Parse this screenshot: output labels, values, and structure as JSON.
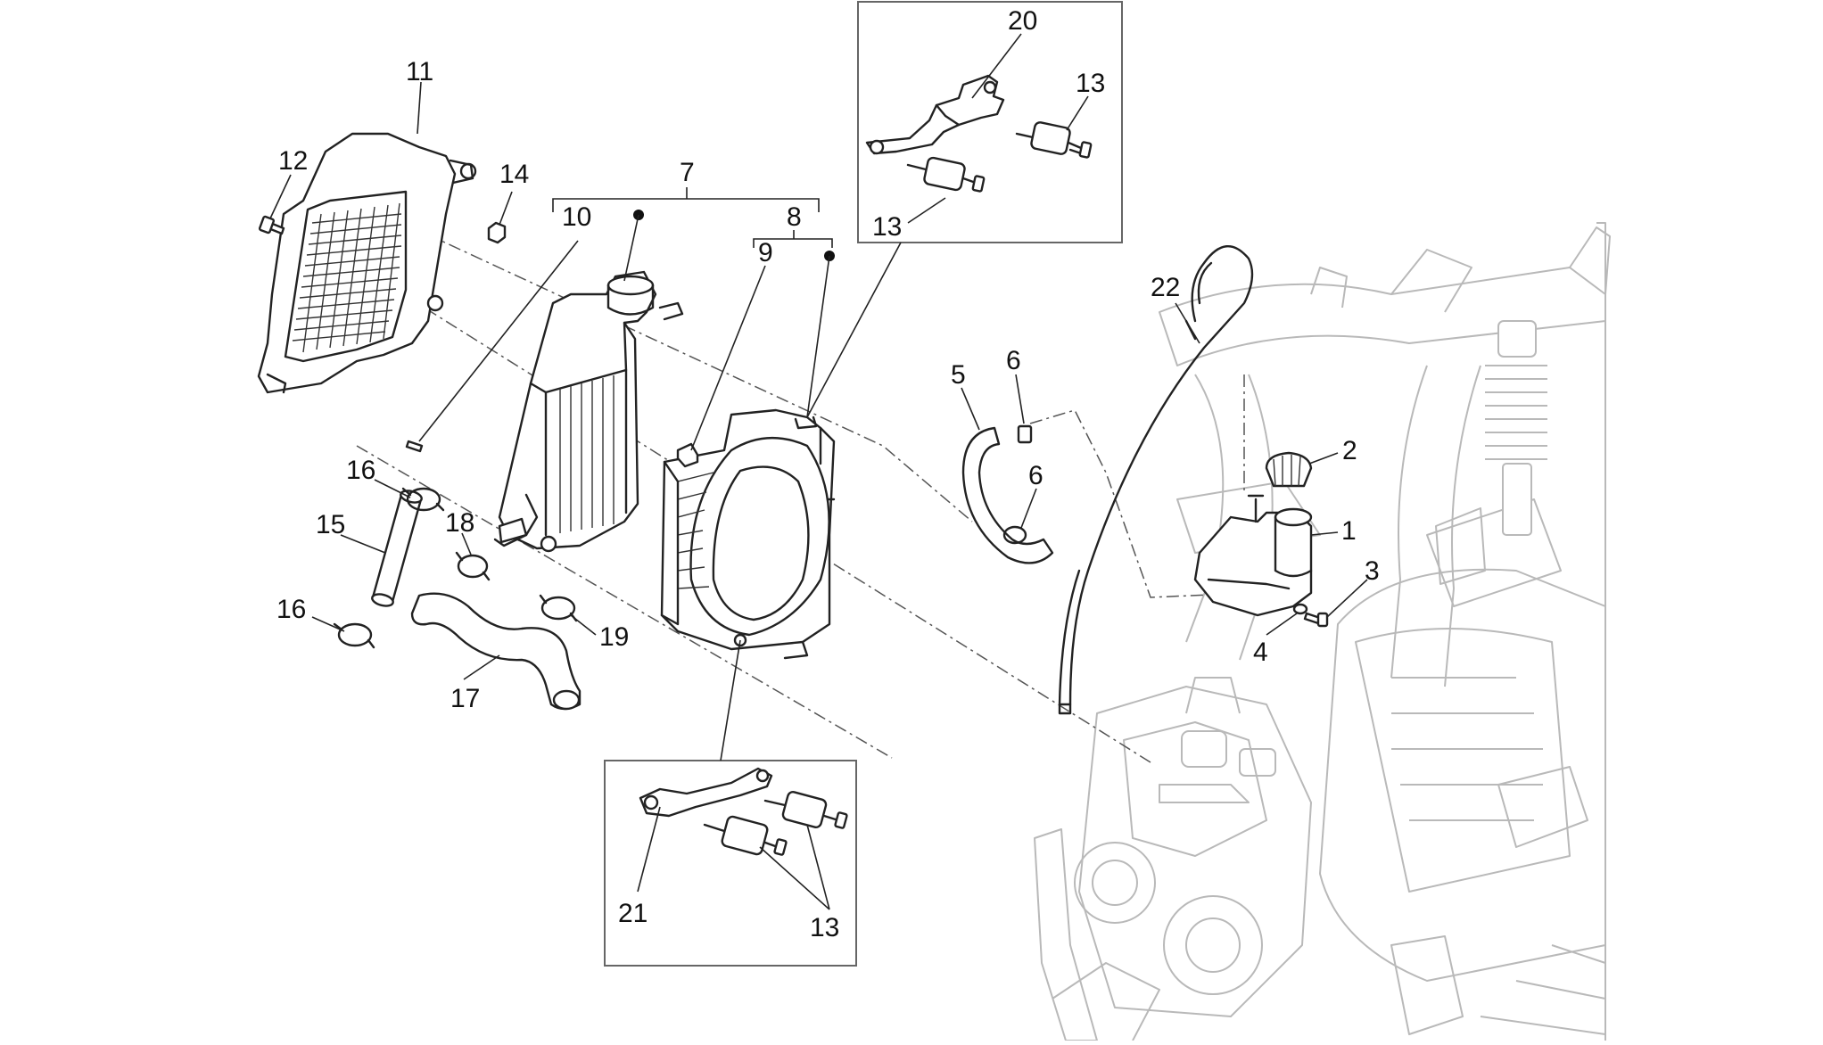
{
  "diagram": {
    "callouts": [
      {
        "id": "c1",
        "text": "1"
      },
      {
        "id": "c2",
        "text": "2"
      },
      {
        "id": "c3",
        "text": "3"
      },
      {
        "id": "c4",
        "text": "4"
      },
      {
        "id": "c5",
        "text": "5"
      },
      {
        "id": "c6a",
        "text": "6"
      },
      {
        "id": "c6b",
        "text": "6"
      },
      {
        "id": "c7",
        "text": "7"
      },
      {
        "id": "c8",
        "text": "8"
      },
      {
        "id": "c9",
        "text": "9"
      },
      {
        "id": "c10",
        "text": "10"
      },
      {
        "id": "c11",
        "text": "11"
      },
      {
        "id": "c12",
        "text": "12"
      },
      {
        "id": "c13a",
        "text": "13"
      },
      {
        "id": "c13b",
        "text": "13"
      },
      {
        "id": "c13c",
        "text": "13"
      },
      {
        "id": "c14",
        "text": "14"
      },
      {
        "id": "c15",
        "text": "15"
      },
      {
        "id": "c16a",
        "text": "16"
      },
      {
        "id": "c16b",
        "text": "16"
      },
      {
        "id": "c17",
        "text": "17"
      },
      {
        "id": "c18",
        "text": "18"
      },
      {
        "id": "c19",
        "text": "19"
      },
      {
        "id": "c20",
        "text": "20"
      },
      {
        "id": "c21",
        "text": "21"
      },
      {
        "id": "c22",
        "text": "22"
      }
    ]
  }
}
